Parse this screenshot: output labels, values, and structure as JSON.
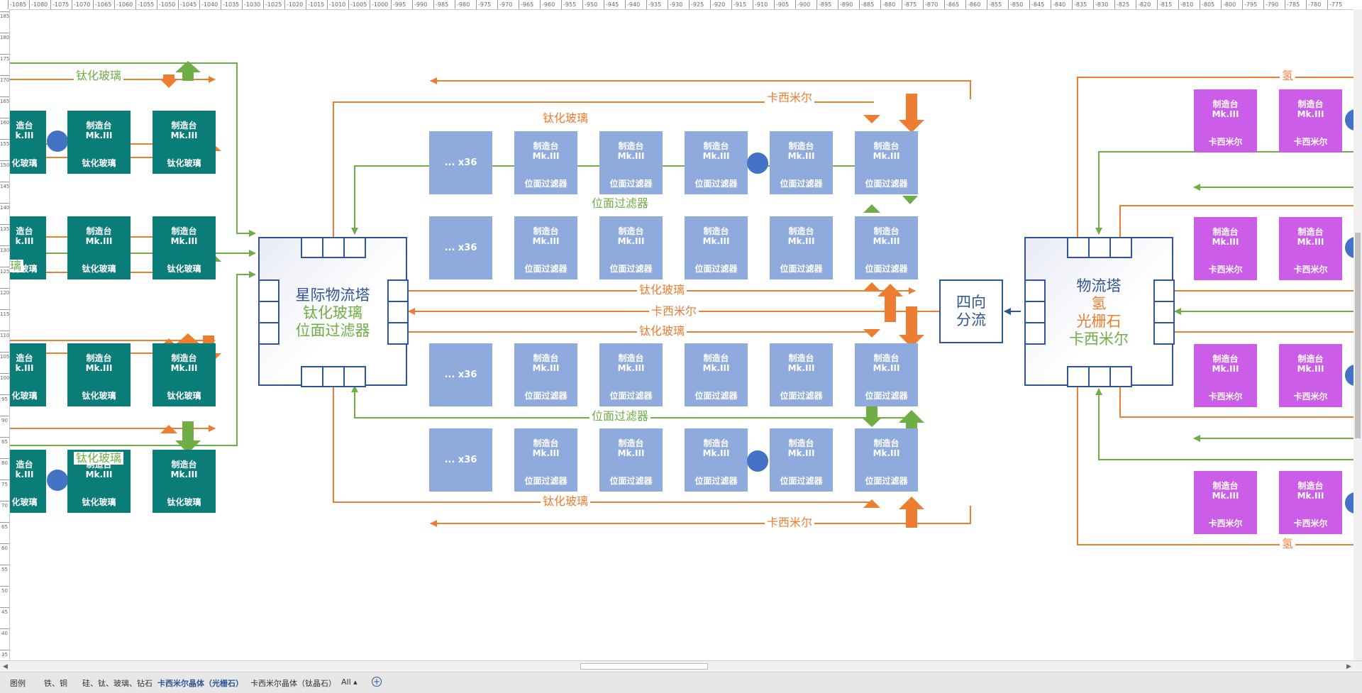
{
  "ruler": {
    "top_ticks": [
      "-1085",
      "-1080",
      "-1075",
      "-1070",
      "-1065",
      "-1060",
      "-1055",
      "-1050",
      "-1045",
      "-1040",
      "-1035",
      "-1030",
      "-1025",
      "-1020",
      "-1015",
      "-1010",
      "-1005",
      "-1000",
      "-995",
      "-990",
      "-985",
      "-980",
      "-975",
      "-970",
      "-965",
      "-960",
      "-955",
      "-950",
      "-945",
      "-940",
      "-935",
      "-930",
      "-925",
      "-920",
      "-915",
      "-910",
      "-905",
      "-900",
      "-895",
      "-890",
      "-885",
      "-880",
      "-875",
      "-870",
      "-865",
      "-860",
      "-855",
      "-850",
      "-845",
      "-840",
      "-835",
      "-830",
      "-825",
      "-820",
      "-815",
      "-810",
      "-805",
      "-800",
      "-795",
      "-790",
      "-785",
      "-780",
      "-775"
    ],
    "left_ticks": [
      "185",
      "180",
      "175",
      "170",
      "165",
      "160",
      "155",
      "150",
      "145",
      "140",
      "135",
      "130",
      "125",
      "120",
      "115",
      "110",
      "105",
      "100",
      "95",
      "90",
      "85",
      "80",
      "75",
      "70",
      "65",
      "60",
      "55",
      "50",
      "45",
      "40",
      "35"
    ]
  },
  "left": {
    "machine": {
      "line1": "制造台",
      "line2": "Mk.III",
      "product": "钛化玻璃",
      "partial_line1": "造台",
      "partial_line2": "k.III",
      "partial_product": "化玻璃"
    },
    "labels": {
      "top": "钛化玻璃",
      "bottom": "钛化玻璃",
      "edge": "璃"
    }
  },
  "hub_left": {
    "line1": "星际物流塔",
    "line2": "钛化玻璃",
    "line3": "位面过滤器"
  },
  "middle": {
    "machine": {
      "line1": "制造台",
      "line2": "Mk.III",
      "product": "位面过滤器"
    },
    "multiplier": "... x36",
    "labels": {
      "kaxi": "卡西米尔",
      "glass": "钛化玻璃",
      "filter": "位面过滤器"
    }
  },
  "splitter": {
    "line1": "四向",
    "line2": "分流"
  },
  "hub_right": {
    "line1": "物流塔",
    "line2": "氢",
    "line3": "光栅石",
    "line4": "卡西米尔"
  },
  "right": {
    "machine": {
      "line1": "制造台",
      "line2": "Mk.III",
      "product": "卡西米尔"
    },
    "label_h": "氢"
  },
  "tabs": [
    "图例",
    "铁、铜",
    "硅、钛、玻璃、钻石",
    "卡西米尔晶体（光栅石）",
    "卡西米尔晶体（钛晶石）",
    "All ▴"
  ],
  "active_tab_index": 3,
  "add_tab_symbol": "+",
  "colors": {
    "orange": "#ed7d31",
    "green": "#70ad47",
    "teal": "#0b7d78",
    "blue_machine": "#8faadc",
    "purple": "#cc5de8",
    "hub_border": "#2f5597",
    "dot": "#4472c4"
  }
}
